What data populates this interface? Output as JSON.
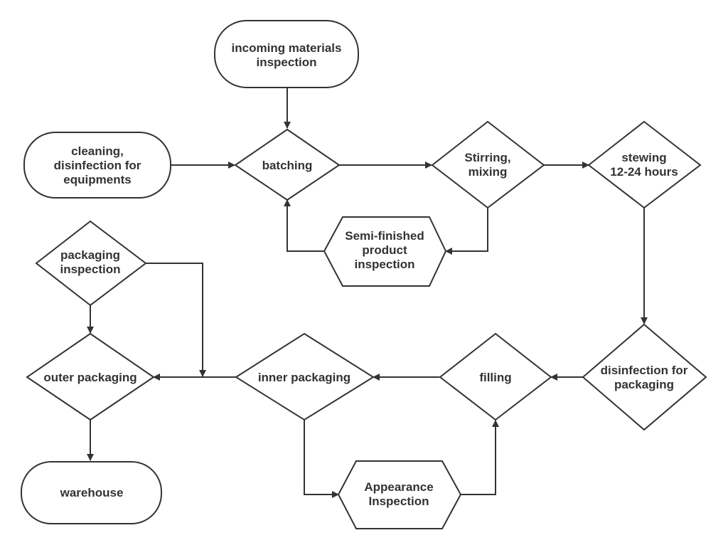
{
  "colors": {
    "stroke": "#333333",
    "fill": "#ffffff",
    "text": "#333333"
  },
  "nodes": {
    "incoming": {
      "shape": "terminal",
      "lines": [
        "incoming materials",
        "inspection"
      ]
    },
    "cleaning": {
      "shape": "terminal",
      "lines": [
        "cleaning,",
        "disinfection for",
        "equipments"
      ]
    },
    "batching": {
      "shape": "decision",
      "lines": [
        "batching"
      ]
    },
    "stirring": {
      "shape": "decision",
      "lines": [
        "Stirring,",
        "mixing"
      ]
    },
    "stewing": {
      "shape": "decision",
      "lines": [
        "stewing",
        "12-24 hours"
      ]
    },
    "semi": {
      "shape": "hexagon",
      "lines": [
        "Semi-finished",
        "product",
        "inspection"
      ]
    },
    "pkg_inspection": {
      "shape": "decision",
      "lines": [
        "packaging",
        "inspection"
      ]
    },
    "outer": {
      "shape": "decision",
      "lines": [
        "outer packaging"
      ]
    },
    "inner": {
      "shape": "decision",
      "lines": [
        "inner packaging"
      ]
    },
    "filling": {
      "shape": "decision",
      "lines": [
        "filling"
      ]
    },
    "disinfection_pkg": {
      "shape": "decision",
      "lines": [
        "disinfection for",
        "packaging"
      ]
    },
    "appearance": {
      "shape": "hexagon",
      "lines": [
        "Appearance",
        "Inspection"
      ]
    },
    "warehouse": {
      "shape": "terminal",
      "lines": [
        "warehouse"
      ]
    }
  },
  "edges": [
    {
      "from": "incoming",
      "to": "batching"
    },
    {
      "from": "cleaning",
      "to": "batching"
    },
    {
      "from": "batching",
      "to": "stirring"
    },
    {
      "from": "stirring",
      "to": "stewing"
    },
    {
      "from": "stirring",
      "to": "semi"
    },
    {
      "from": "semi",
      "to": "batching"
    },
    {
      "from": "stewing",
      "to": "disinfection_pkg"
    },
    {
      "from": "disinfection_pkg",
      "to": "filling"
    },
    {
      "from": "filling",
      "to": "inner"
    },
    {
      "from": "inner",
      "to": "outer"
    },
    {
      "from": "pkg_inspection",
      "to": "outer"
    },
    {
      "from": "pkg_inspection",
      "to": "inner_to_outer_line"
    },
    {
      "from": "inner",
      "to": "appearance"
    },
    {
      "from": "appearance",
      "to": "filling"
    },
    {
      "from": "outer",
      "to": "warehouse"
    }
  ]
}
